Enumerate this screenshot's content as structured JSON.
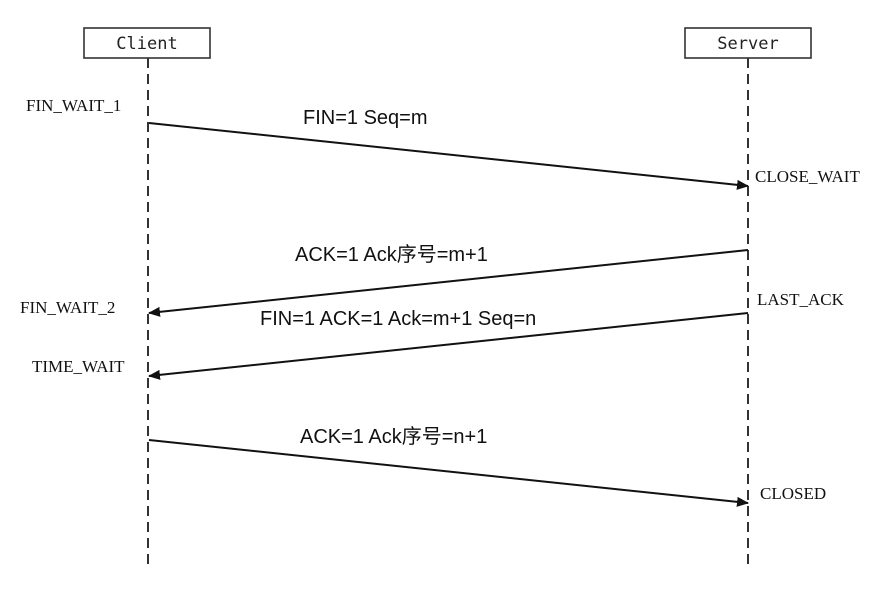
{
  "participants": {
    "client": "Client",
    "server": "Server"
  },
  "states": {
    "client_fin_wait_1": "FIN_WAIT_1",
    "client_fin_wait_2": "FIN_WAIT_2",
    "client_time_wait": "TIME_WAIT",
    "server_close_wait": "CLOSE_WAIT",
    "server_last_ack": "LAST_ACK",
    "server_closed": "CLOSED"
  },
  "messages": {
    "m1": "FIN=1  Seq=m",
    "m2": "ACK=1 Ack序号=m+1",
    "m3": "FIN=1 ACK=1 Ack=m+1 Seq=n",
    "m4": "ACK=1 Ack序号=n+1"
  }
}
